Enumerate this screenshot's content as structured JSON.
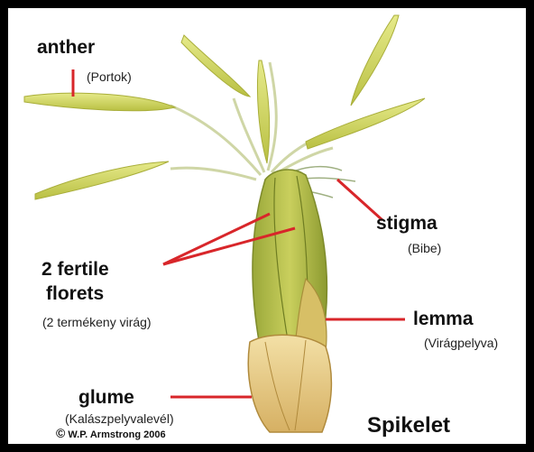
{
  "diagram": {
    "title": "Spikelet",
    "credit": "W.P. Armstrong 2006",
    "credit_symbol": "©",
    "leader_color": "#d8262a",
    "labels": {
      "anther": {
        "term": "anther",
        "translation": "(Portok)"
      },
      "stigma": {
        "term": "stigma",
        "translation": "(Bibe)"
      },
      "florets": {
        "term_line1": "2 fertile",
        "term_line2": "florets",
        "translation": "(2 termékeny virág)"
      },
      "lemma": {
        "term": "lemma",
        "translation": "(Virágpelyva)"
      },
      "glume": {
        "term": "glume",
        "translation": "(Kalászpelyvalevél)"
      }
    }
  }
}
